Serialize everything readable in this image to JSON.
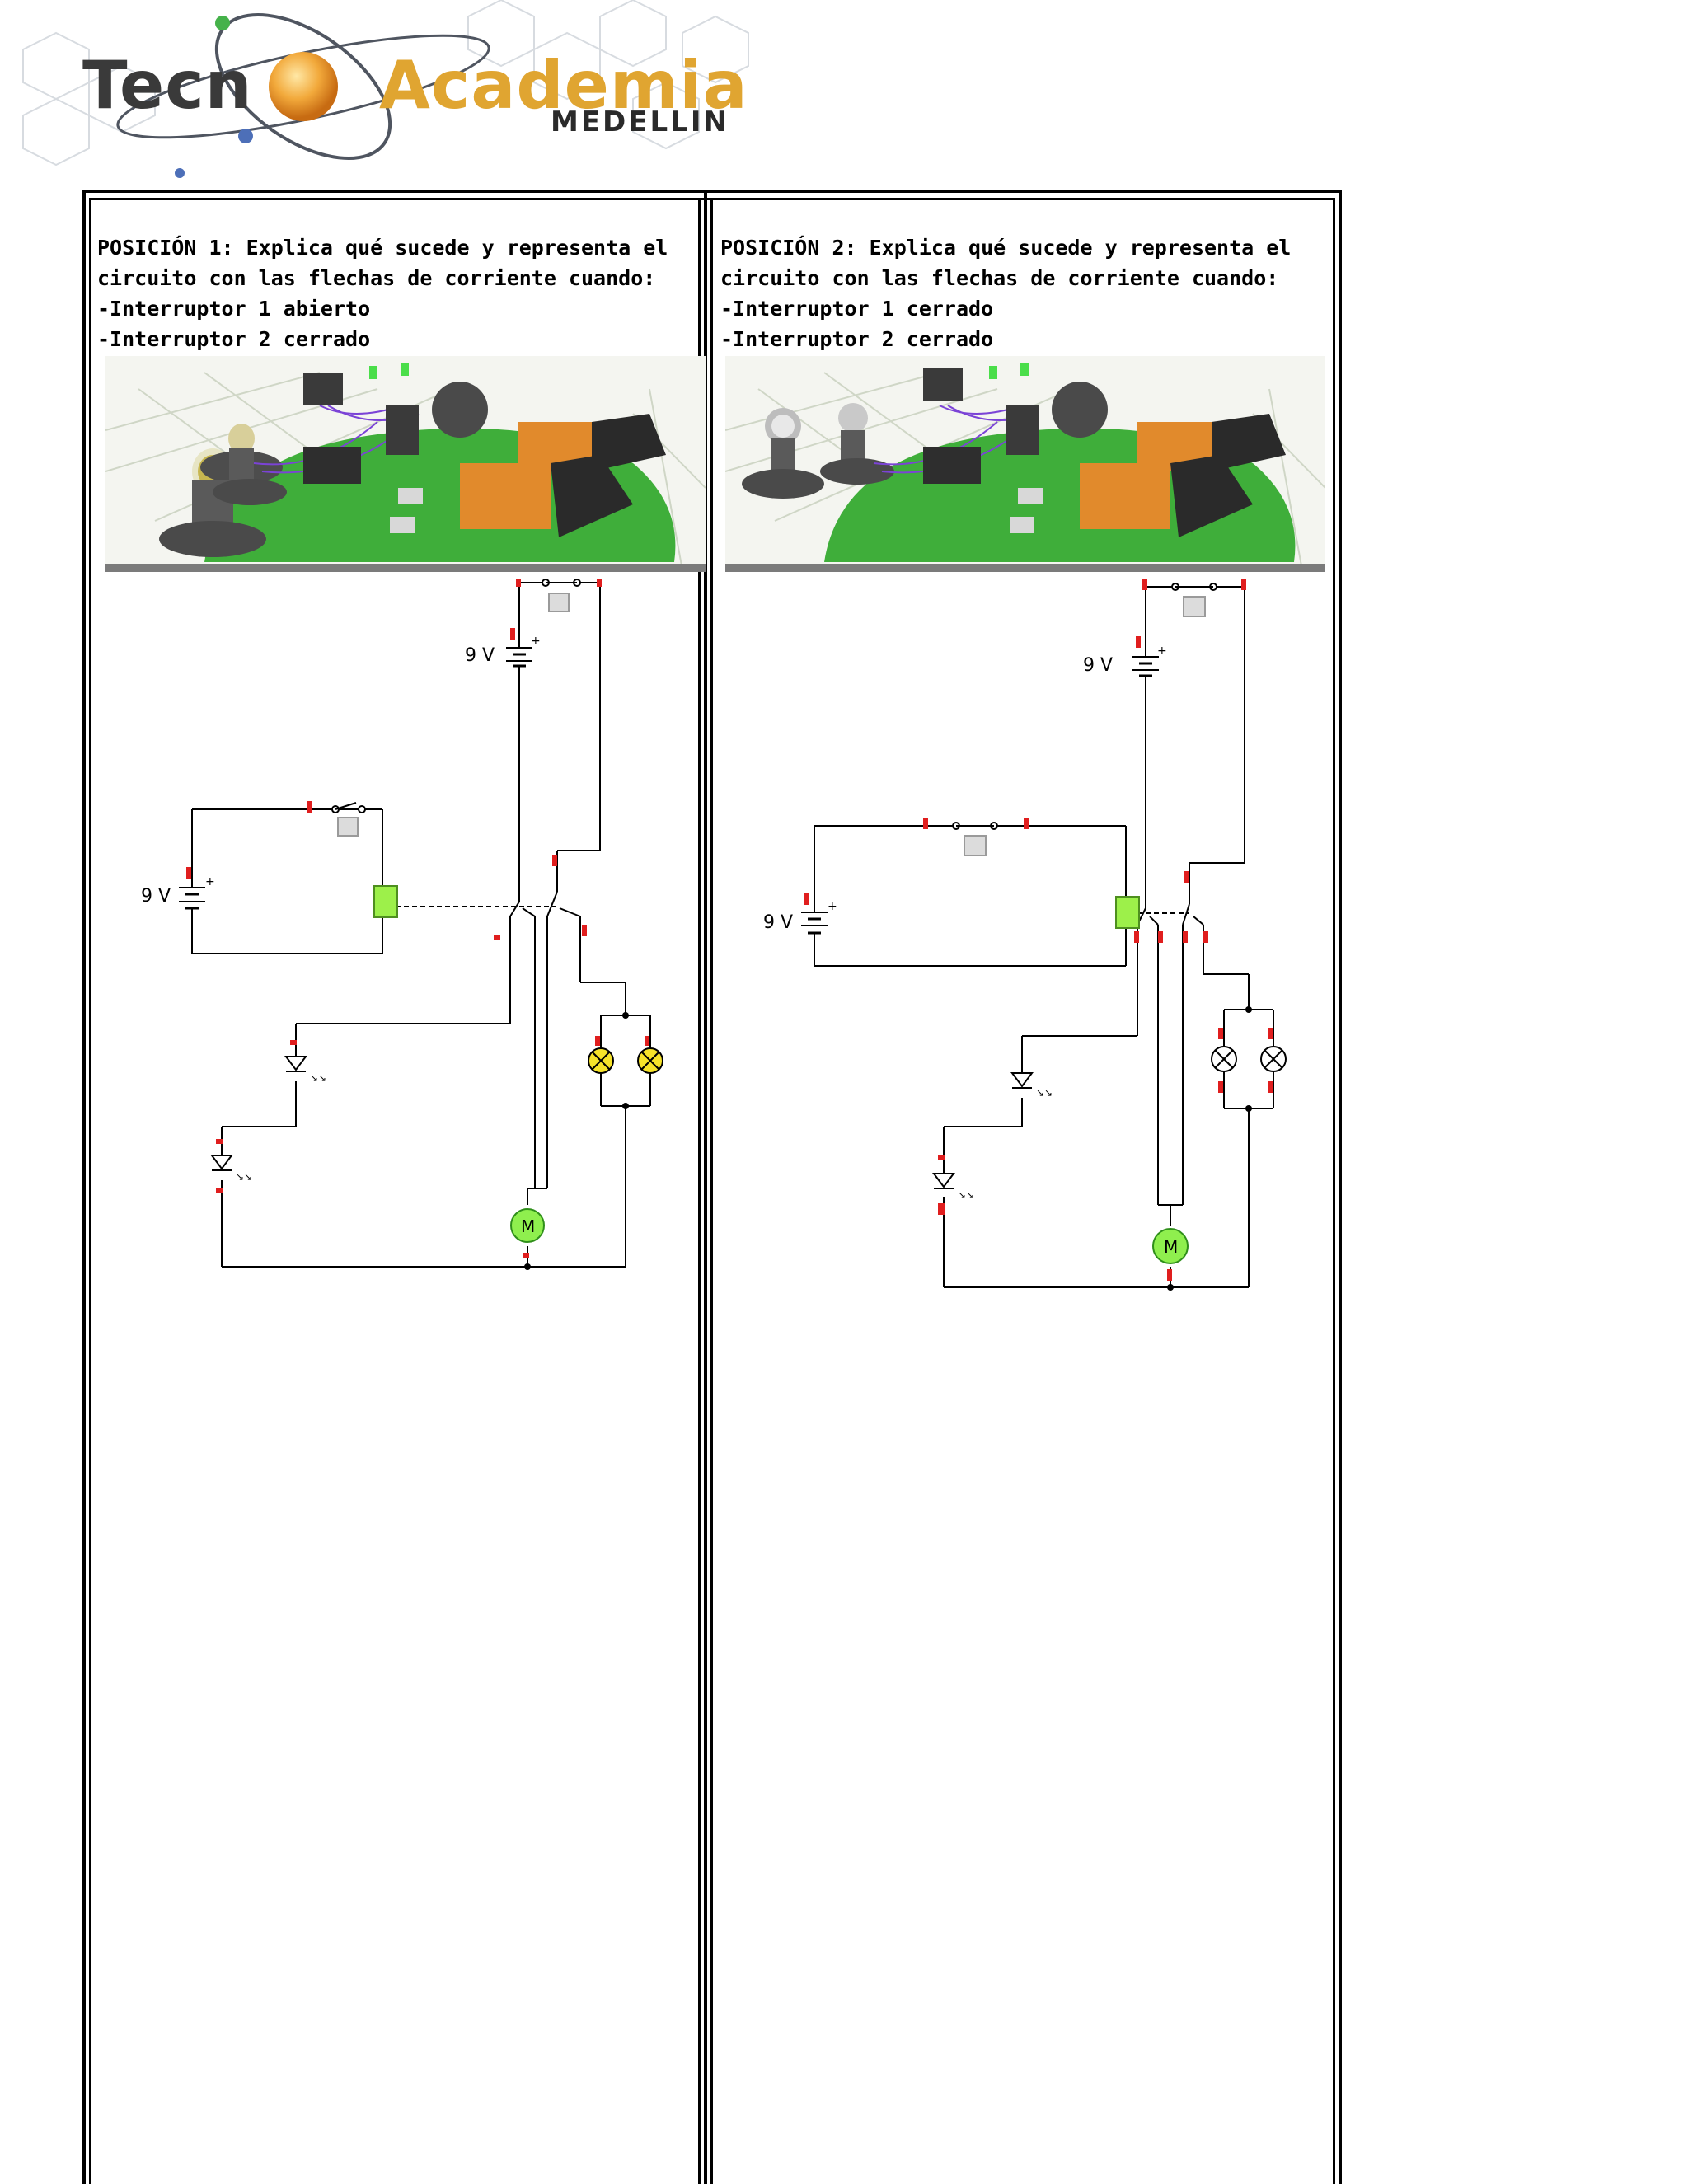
{
  "logo": {
    "word_1": "Tecn",
    "word_2": "Academia",
    "city": "MEDELLIN"
  },
  "positions": [
    {
      "title": "POSICIÓN 1: Explica qué sucede y representa el",
      "line_2": "circuito con las flechas de corriente cuando:",
      "line_3": "-Interruptor 1 abierto",
      "line_4": "-Interruptor 2 cerrado",
      "battery_1_label": "9 V",
      "battery_2_label": "9 V",
      "motor_label": "M",
      "lamps_lit": true
    },
    {
      "title": "POSICIÓN 2: Explica qué sucede y representa el",
      "line_2": "circuito con las flechas de corriente cuando:",
      "line_3": "-Interruptor 1 cerrado",
      "line_4": "-Interruptor 2 cerrado",
      "battery_1_label": "9 V",
      "battery_2_label": "9 V",
      "motor_label": "M",
      "lamps_lit": false
    }
  ],
  "colors": {
    "lamp_on": "#f6e32a",
    "motor": "#8fef4e",
    "relay": "#9df04a",
    "terminal": "#e01e1e",
    "base_green": "#3fae3a",
    "battery_orange": "#e18a2c"
  }
}
